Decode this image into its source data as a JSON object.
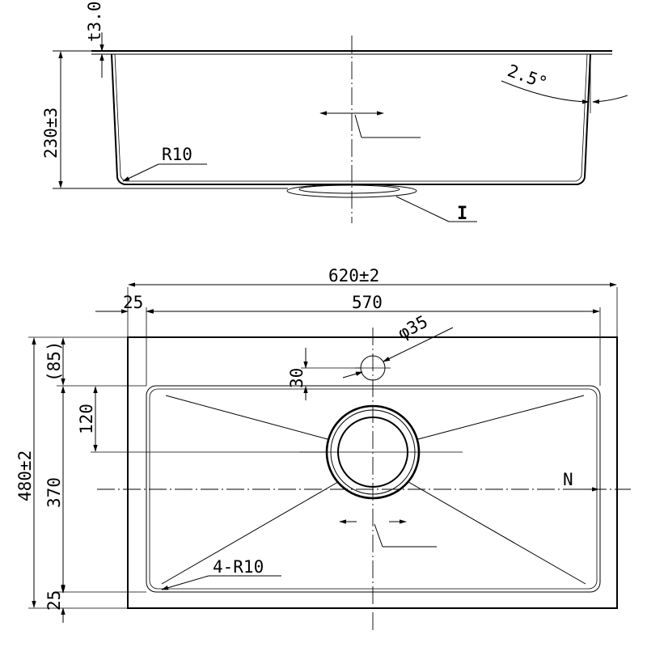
{
  "side_view": {
    "thickness_label": "t3.0",
    "depth_label": "230±3",
    "angle_label": "2.5°",
    "radius_label": "R10",
    "detail_label": "I"
  },
  "top_view": {
    "overall_width_label": "620±2",
    "flange_offset_label": "25",
    "inner_width_label": "570",
    "hole_diameter_label": "φ35",
    "hole_offset_label": "30",
    "top_margin_label": "(85)",
    "drain_offset_label": "120",
    "overall_depth_label": "480±2",
    "inner_depth_label": "370",
    "bottom_margin_label": "25",
    "corner_radius_label": "4-R10",
    "section_label": "N"
  },
  "colors": {
    "line": "#000000",
    "background": "#ffffff"
  }
}
